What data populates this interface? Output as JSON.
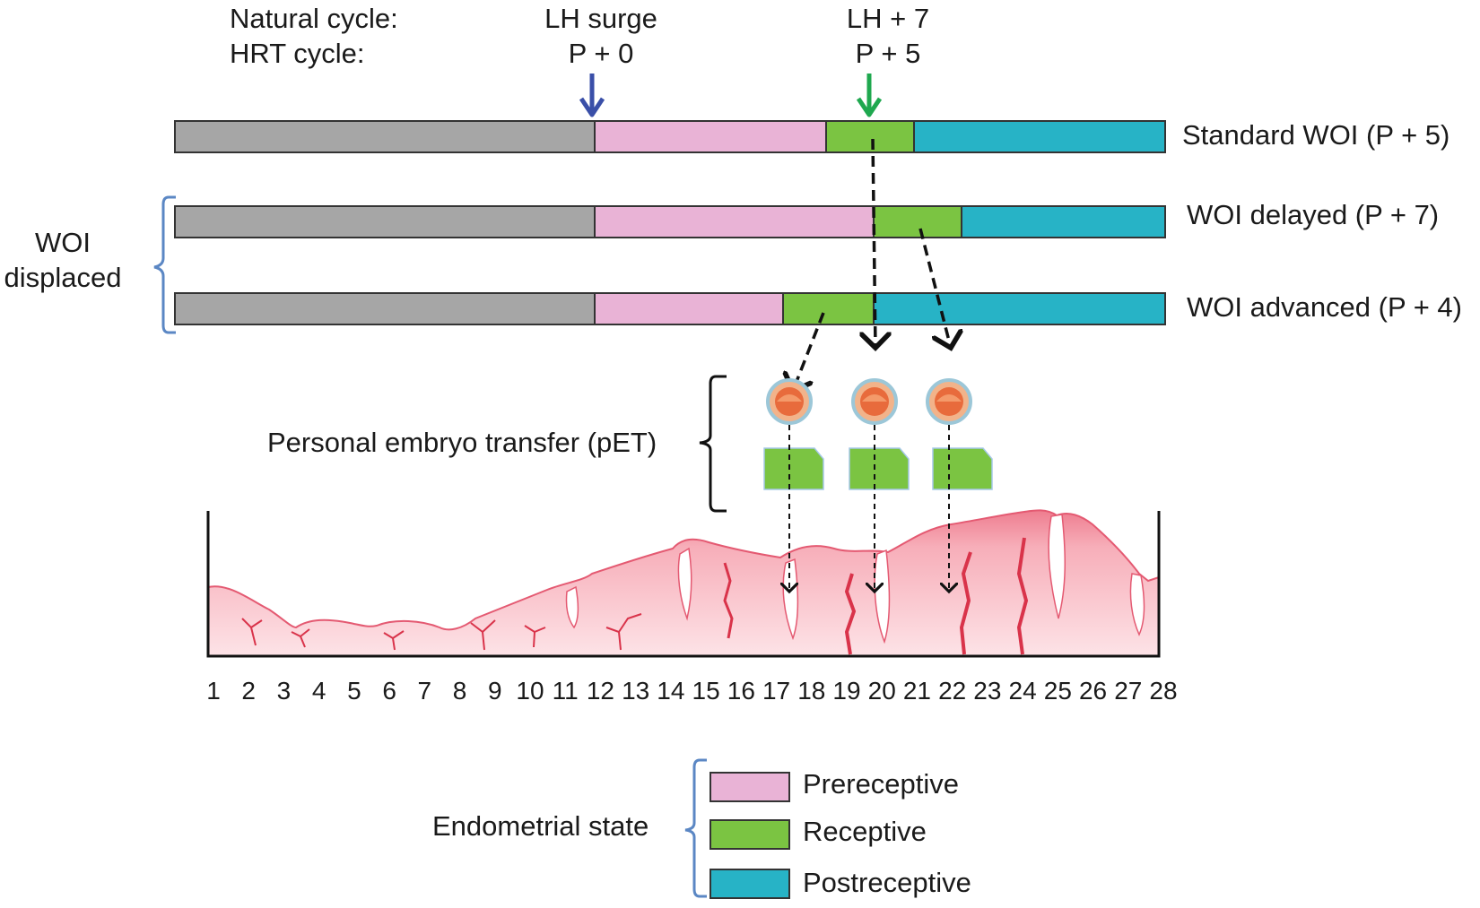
{
  "header": {
    "natural_cycle_label": "Natural cycle:",
    "hrt_cycle_label": "HRT cycle:",
    "lh_surge": "LH surge",
    "p0": "P + 0",
    "lh7": "LH + 7",
    "p5": "P + 5"
  },
  "bars": [
    {
      "label": "Standard WOI (P + 5)"
    },
    {
      "label": "WOI delayed (P + 7)"
    },
    {
      "label": "WOI advanced (P + 4)"
    }
  ],
  "bracket_label_line1": "WOI",
  "bracket_label_line2": "displaced",
  "pet_label": "Personal embryo transfer (pET)",
  "days": [
    "1",
    "2",
    "3",
    "4",
    "5",
    "6",
    "7",
    "8",
    "9",
    "10",
    "11",
    "12",
    "13",
    "14",
    "15",
    "16",
    "17",
    "18",
    "19",
    "20",
    "21",
    "22",
    "23",
    "24",
    "25",
    "26",
    "27",
    "28"
  ],
  "legend": {
    "title": "Endometrial state",
    "items": [
      {
        "label": "Prereceptive",
        "color": "#e9b3d6"
      },
      {
        "label": "Receptive",
        "color": "#7bc442"
      },
      {
        "label": "Postreceptive",
        "color": "#27b3c6"
      }
    ]
  },
  "colors": {
    "non_receptive": "#a6a6a6",
    "prereceptive": "#e9b3d6",
    "receptive": "#7bc442",
    "postreceptive": "#27b3c6",
    "lh_arrow": "#3a4fa8",
    "p5_arrow": "#1fa84f",
    "bracket": "#5b87c4",
    "endometrium": "#f4a3b0",
    "vessel": "#d9334a"
  }
}
